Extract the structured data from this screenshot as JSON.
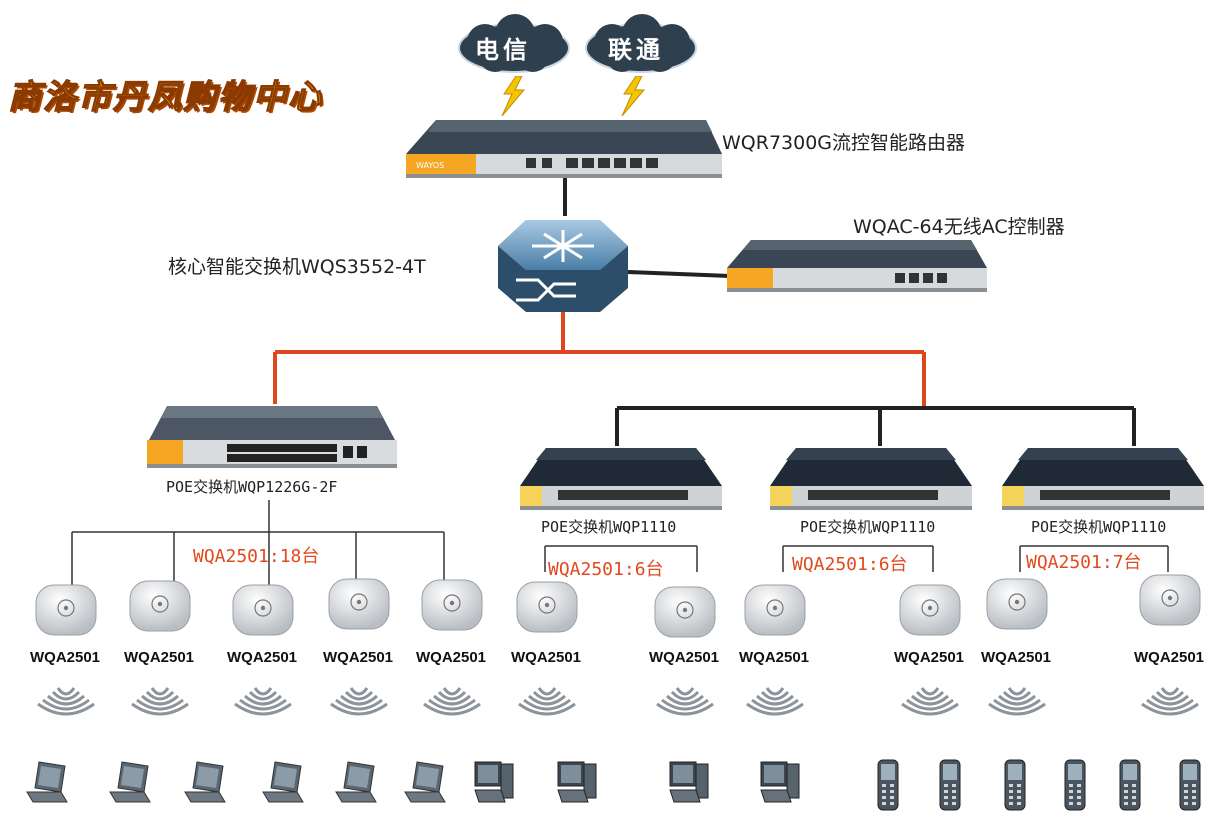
{
  "title": "商洛市丹凤购物中心",
  "isps": [
    "电信",
    "联通"
  ],
  "router": {
    "label": "WQR7300G流控智能路由器",
    "brand": "WAYOS"
  },
  "core_switch": {
    "label": "核心智能交换机WQS3552-4T"
  },
  "ac_controller": {
    "label": "WQAC-64无线AC控制器"
  },
  "poe_switches": [
    {
      "label": "POE交换机WQP1226G-2F",
      "ap_count": "WQA2501:18台"
    },
    {
      "label": "POE交换机WQP1110",
      "ap_count": "WQA2501:6台"
    },
    {
      "label": "POE交换机WQP1110",
      "ap_count": "WQA2501:6台"
    },
    {
      "label": "POE交换机WQP1110",
      "ap_count": "WQA2501:7台"
    }
  ],
  "ap_label": "WQA2501",
  "access_points": [
    "WQA2501",
    "WQA2501",
    "WQA2501",
    "WQA2501",
    "WQA2501",
    "WQA2501",
    "WQA2501",
    "WQA2501",
    "WQA2501",
    "WQA2501",
    "WQA2501"
  ],
  "clients": {
    "laptops": 6,
    "desktops": 4,
    "phones": 6
  },
  "colors": {
    "uplink": "#e0461c",
    "link": "#222222",
    "accent": "#f5a623",
    "device": "#2f3a46"
  }
}
